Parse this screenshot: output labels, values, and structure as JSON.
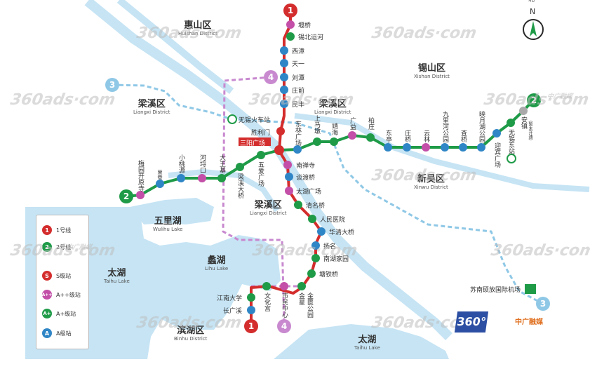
{
  "colors": {
    "line1": "#d42d2d",
    "line2": "#1f9b48",
    "line3": "#8fc8e6",
    "line4": "#c889cf",
    "water": "#c6e4f4",
    "aplus_plus": "#c34fa8",
    "aplus": "#1f9b48",
    "a": "#2f86c6"
  },
  "compass": {
    "letter": "N",
    "top_text": "北"
  },
  "districts": [
    {
      "name": "惠山区",
      "en": "Huishan District"
    },
    {
      "name": "锡山区",
      "en": "Xishan District"
    },
    {
      "name": "梁溪区",
      "en": "Liangxi District"
    },
    {
      "name": "梁溪区",
      "en": "Liangxi District"
    },
    {
      "name": "梁溪区",
      "en": "Liangxi District"
    },
    {
      "name": "新吴区",
      "en": "Xinwu District"
    },
    {
      "name": "滨湖区",
      "en": "Binhu District"
    }
  ],
  "lakes": [
    {
      "name": "五里湖",
      "en": "Wulihu Lake"
    },
    {
      "name": "蠡湖",
      "en": "Lihu Lake"
    },
    {
      "name": "太湖",
      "en": "Taihu Lake"
    },
    {
      "name": "太湖",
      "en": "Taihu Lake"
    }
  ],
  "line_badges": [
    "1",
    "1",
    "2",
    "2",
    "3",
    "3",
    "4",
    "4"
  ],
  "line1_stations": [
    "堰桥",
    "锡北运河",
    "西漳",
    "天一",
    "刘潭",
    "庄前",
    "民丰",
    "胜利门",
    "南禅寺",
    "谈渡桥",
    "太湖广场",
    "清名桥",
    "人民医院",
    "华清大桥",
    "扬名",
    "南湖家园",
    "塘铁桥"
  ],
  "line1_south": [
    "金星",
    "江南大学",
    "长广溪"
  ],
  "line2_stations": [
    "东林广场",
    "上马墩",
    "靖海",
    "广益",
    "柏庄",
    "东亭",
    "庄桥",
    "云林",
    "九里河公园",
    "查桥",
    "映月湖公园",
    "迎宾广场",
    "无锡东站",
    "安镇"
  ],
  "line2_west": [
    "梅园开原寺",
    "荣巷",
    "小桃源",
    "河埒口",
    "大王基",
    "梁溪大桥",
    "五爱广场"
  ],
  "line4_stations": [
    "文化宫",
    "市民中心",
    "金匮公园"
  ],
  "railway_station": "无锡火车站",
  "interchange": "三阳广场",
  "airport": "苏南硕放国际机场",
  "anzhen_note": "（暂未开通）",
  "legend": {
    "line1": "1号线",
    "line2": "2号线",
    "s": "S级站",
    "aplusplus": "A++级站",
    "aplus": "A+级站",
    "a": "A级站",
    "s_icon": "S",
    "aplusplus_icon": "A++",
    "aplus_icon": "A+",
    "a_icon": "A",
    "line1_icon": "1",
    "line2_icon": "2"
  },
  "watermark": "360ads·com",
  "watermark_cn": "中广融媒",
  "brand_360": "360°",
  "brand_cn": "中广融媒"
}
